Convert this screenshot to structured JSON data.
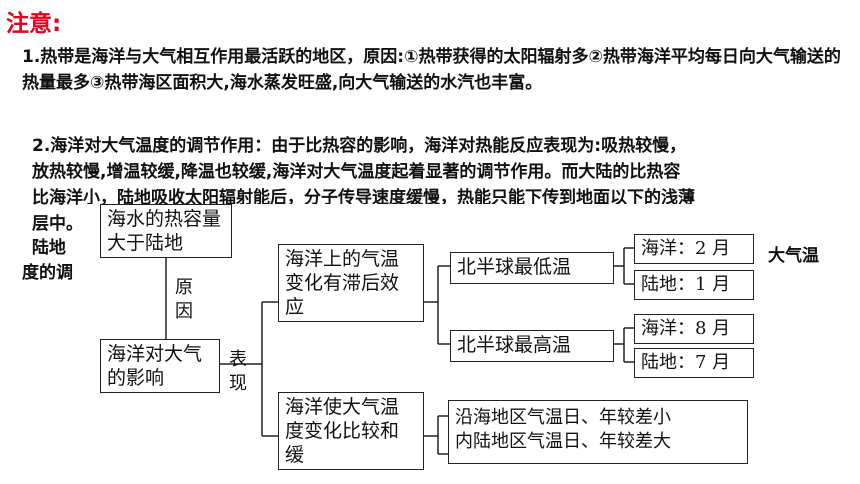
{
  "title": "注意:",
  "para1": "1.热带是海洋与大气相互作用最活跃的地区，原因:①热带获得的太阳辐射多②热带海洋平均每日向大气输送的热量最多③热带海区面积大,海水蒸发旺盛,向大气输送的水汽也丰富。",
  "para2": {
    "line1": "2.海洋对大气温度的调节作用：由于比热容的影响，海洋对热能反应表现为:吸热较慢，",
    "line2": "放热较慢,增温较缓,降温也较缓,海洋对大气温度起着显著的调节作用。而大陆的比热容",
    "line3": "比海洋小，陆地吸收太阳辐射能后，分子传导速度缓慢，热能只能下传到地面以下的浅薄",
    "line4": "层中。",
    "line5_start": "陆地",
    "line5_end": "大气温",
    "line6_start": "度的调"
  },
  "diagram": {
    "cause_box": "海水的热容量大于陆地",
    "cause_label": "原因",
    "effect_box": "海洋对大气的影响",
    "effect_label": "表现",
    "lag_box": "海洋上的气温变化有滞后效应",
    "moderate_box": "海洋使大气温度变化比较和缓",
    "nh_min": "北半球最低温",
    "nh_max": "北半球最高温",
    "ocean_min": "海洋：2 月",
    "land_min": "陆地：1 月",
    "ocean_max": "海洋：8 月",
    "land_max": "陆地：7 月",
    "coastal": "沿海地区气温日、年较差小",
    "inland": "内陆地区气温日、年较差大"
  }
}
